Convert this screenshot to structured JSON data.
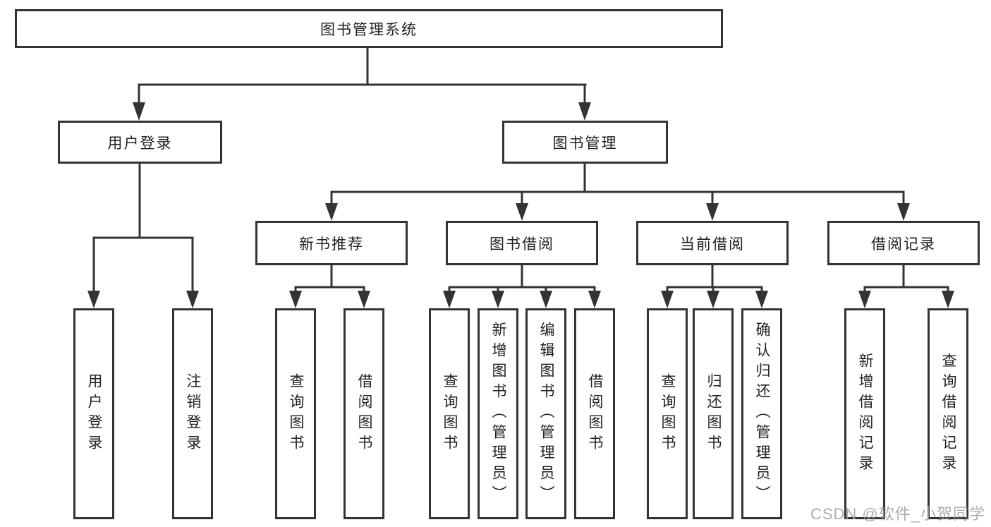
{
  "diagram": {
    "title": "图书管理系统",
    "nodes": {
      "root": {
        "label": "图书管理系统"
      },
      "level2": [
        {
          "label": "用户登录"
        },
        {
          "label": "图书管理"
        }
      ],
      "level3": [
        {
          "label": "新书推荐",
          "parent": "图书管理"
        },
        {
          "label": "图书借阅",
          "parent": "图书管理"
        },
        {
          "label": "当前借阅",
          "parent": "图书管理"
        },
        {
          "label": "借阅记录",
          "parent": "图书管理"
        }
      ],
      "leaves": [
        {
          "label": "用户登录",
          "parent": "用户登录"
        },
        {
          "label": "注销登录",
          "parent": "用户登录"
        },
        {
          "label": "查询图书",
          "parent": "新书推荐"
        },
        {
          "label": "借阅图书",
          "parent": "新书推荐"
        },
        {
          "label": "查询图书",
          "parent": "图书借阅"
        },
        {
          "label": "新增图书（管理员）",
          "parent": "图书借阅"
        },
        {
          "label": "编辑图书（管理员）",
          "parent": "图书借阅"
        },
        {
          "label": "借阅图书",
          "parent": "图书借阅"
        },
        {
          "label": "查询图书",
          "parent": "当前借阅"
        },
        {
          "label": "归还图书",
          "parent": "当前借阅"
        },
        {
          "label": "确认归还（管理员）",
          "parent": "当前借阅"
        },
        {
          "label": "新增借阅记录",
          "parent": "借阅记录"
        },
        {
          "label": "查询借阅记录",
          "parent": "借阅记录"
        }
      ]
    },
    "colors": {
      "line": "#333333",
      "text": "#222222",
      "background": "#ffffff",
      "watermark": "#9b9b9b"
    }
  },
  "watermark": "CSDN @软件_小贺同学"
}
